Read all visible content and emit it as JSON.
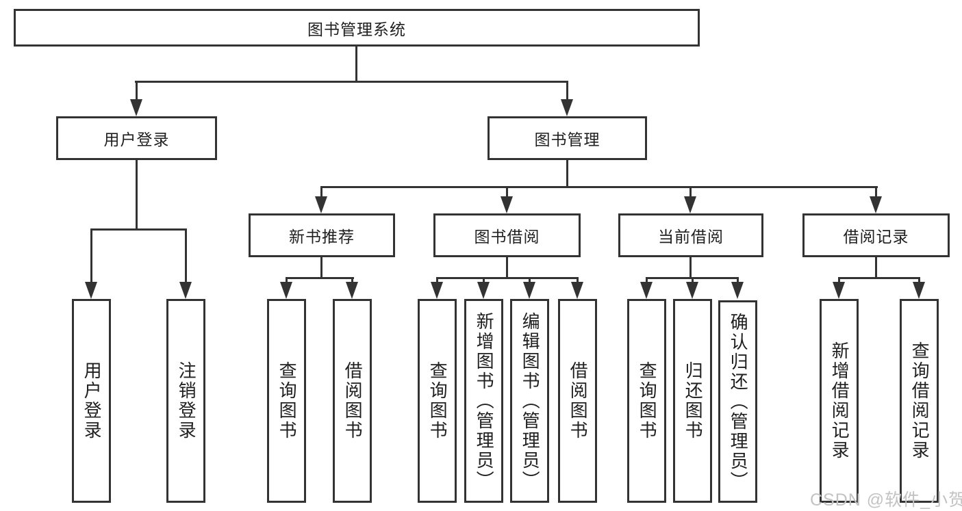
{
  "colors": {
    "line": "#333333",
    "text": "#1f1f1f",
    "watermark": "#c3c3c3",
    "background": "#ffffff"
  },
  "diagram": {
    "root_label": "图书管理系统",
    "branch_user": {
      "label": "用户登录",
      "children": [
        {
          "label": "用户登录"
        },
        {
          "label": "注销登录"
        }
      ]
    },
    "branch_books": {
      "label": "图书管理",
      "sections": [
        {
          "label": "新书推荐",
          "children": [
            {
              "label": "查询图书"
            },
            {
              "label": "借阅图书"
            }
          ]
        },
        {
          "label": "图书借阅",
          "children": [
            {
              "label": "查询图书"
            },
            {
              "label": "新增图书（管理员）"
            },
            {
              "label": "编辑图书（管理员）"
            },
            {
              "label": "借阅图书"
            }
          ]
        },
        {
          "label": "当前借阅",
          "children": [
            {
              "label": "查询图书"
            },
            {
              "label": "归还图书"
            },
            {
              "label": "确认归还（管理员）"
            }
          ]
        },
        {
          "label": "借阅记录",
          "children": [
            {
              "label": "新增借阅记录"
            },
            {
              "label": "查询借阅记录"
            }
          ]
        }
      ]
    }
  },
  "watermark": {
    "text": "CSDN @软件_小贺同学"
  }
}
